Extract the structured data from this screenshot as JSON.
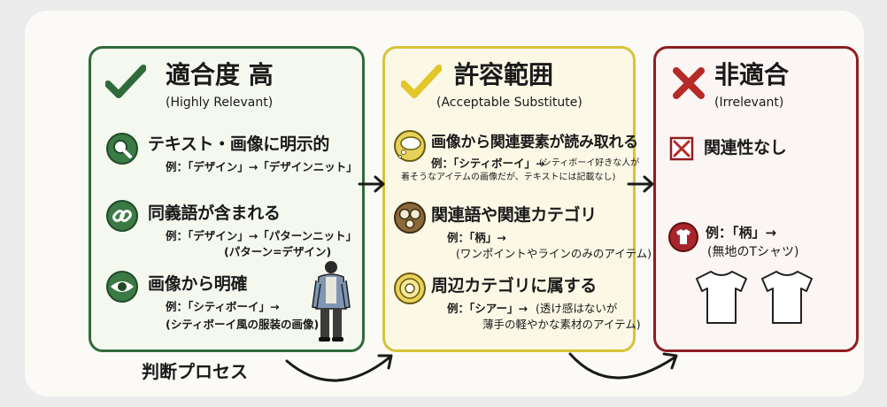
{
  "flow_label": "判断プロセス",
  "columns": {
    "high": {
      "title": "適合度 高",
      "subtitle": "(Highly Relevant)",
      "color": "#2f6b3a",
      "items": [
        {
          "icon": "magnifier-icon",
          "heading": "テキスト・画像に明示的",
          "example": "例：「デザイン」→「デザインニット」"
        },
        {
          "icon": "link-icon",
          "heading": "同義語が含まれる",
          "example": "例：「デザイン」→「パターンニット」",
          "note": "(パターン=デザイン)"
        },
        {
          "icon": "eye-icon",
          "heading": "画像から明確",
          "example": "例：「シティボーイ」→",
          "note": "(シティボーイ風の服装の画像)"
        }
      ]
    },
    "acceptable": {
      "title": "許容範囲",
      "subtitle": "(Acceptable Substitute)",
      "color": "#d8c33a",
      "items": [
        {
          "icon": "thought-bubble-icon",
          "heading": "画像から関連要素が読み取れる",
          "example": "例：「シティボーイ」→",
          "note": "(シティボーイ好きな人が",
          "note2": "着そうなアイテムの画像だが、テキストには記載なし)"
        },
        {
          "icon": "related-circles-icon",
          "heading": "関連語や関連カテゴリ",
          "example": "例：「柄」→",
          "note": "(ワンポイントやラインのみのアイテム)"
        },
        {
          "icon": "concentric-circle-icon",
          "heading": "周辺カテゴリに属する",
          "example": "例：「シアー」→",
          "note": "(透け感はないが",
          "note2": "薄手の軽やかな素材のアイテム)"
        }
      ]
    },
    "irrelevant": {
      "title": "非適合",
      "subtitle": "(Irrelevant)",
      "color": "#8e1e22",
      "items": [
        {
          "icon": "crossed-box-icon",
          "heading": "関連性なし"
        },
        {
          "icon": "tshirt-icon",
          "example": "例：「柄」→",
          "note": "(無地のTシャツ)"
        }
      ]
    }
  }
}
